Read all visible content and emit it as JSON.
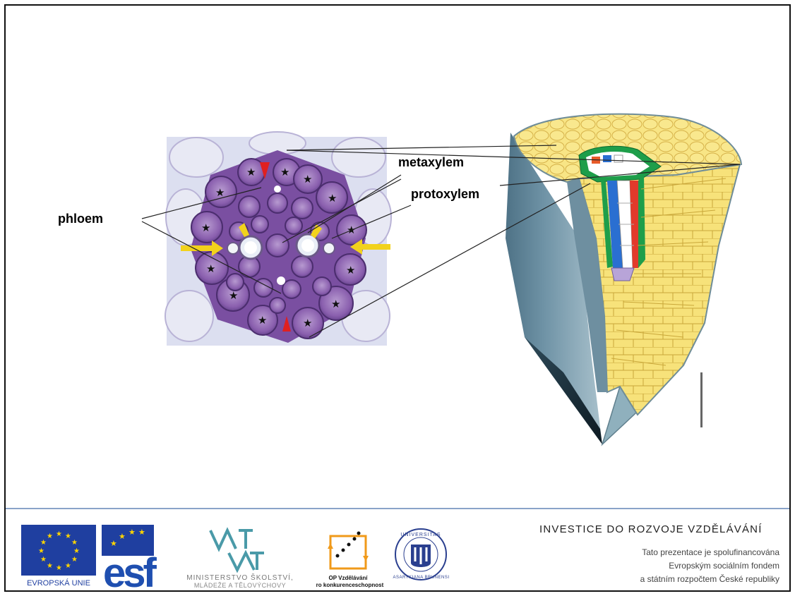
{
  "labels": {
    "phloem": "phloem",
    "metaxylem": "metaxylem",
    "protoxylem": "protoxylem"
  },
  "footer": {
    "eu_caption": "EVROPSKÁ UNIE",
    "esf_text": "esf",
    "msmt_line1": "MINISTERSTVO ŠKOLSTVÍ,",
    "msmt_line2": "MLÁDEŽE A TĚLOVÝCHOVY",
    "op_line1": "OP Vzdělávání",
    "op_line2": "pro konkurenceschopnost",
    "investice": "INVESTICE DO ROZVOJE VZDĚLÁVÁNÍ",
    "funding": [
      "Tato prezentace je spolufinancována",
      "Evropským sociálním fondem",
      "a státním rozpočtem České republiky"
    ]
  },
  "colors": {
    "footer_line": "#8aa3c9",
    "eu_blue": "#1f3fa0",
    "eu_star": "#ffd400",
    "cell_purple": "#8a5fae",
    "root_yellow": "#f7e27a",
    "root_side": "#5d7f93"
  }
}
